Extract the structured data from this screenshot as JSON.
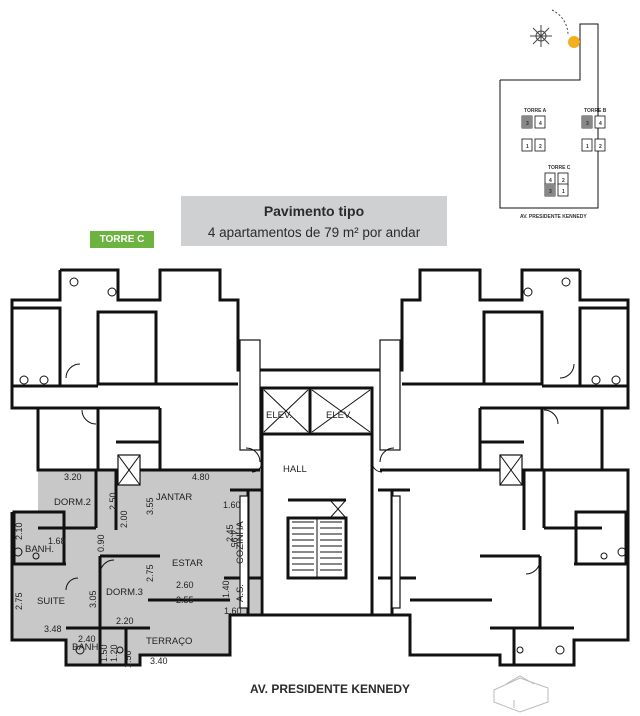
{
  "header": {
    "title": "Pavimento tipo",
    "subtitle": "4 apartamentos de 79 m² por andar",
    "tower_tag": "TORRE C"
  },
  "street": "AV. PRESIDENTE KENNEDY",
  "key_plan": {
    "torre_a": "TORRE A",
    "torre_b": "TORRE B",
    "torre_c": "TORRE C",
    "street": "AV. PRESIDENTE KENNEDY",
    "unit_numbers_a": [
      "3",
      "4",
      "1",
      "2"
    ],
    "unit_numbers_b": [
      "3",
      "4",
      "1",
      "2"
    ],
    "unit_numbers_c": [
      "4",
      "2",
      "3",
      "1"
    ]
  },
  "rooms": {
    "hall": "HALL",
    "elev1": "ELEV.",
    "elev2": "ELEV.",
    "dorm2": "DORM.2",
    "dorm3": "DORM.3",
    "jantar": "JANTAR",
    "estar": "ESTAR",
    "suite": "SUITE",
    "banh": "BANH.",
    "banh2": "BANH.",
    "terraco": "TERRAÇO",
    "cozinha": "COZINHA",
    "as": "A.S."
  },
  "dimensions": {
    "d320": "3.20",
    "d480": "4.80",
    "d250": "2.50",
    "d200": "2.00",
    "d355": "3.55",
    "d160a": "1.60",
    "d160b": "1.60",
    "d245": "2.45",
    "d495": "4.95",
    "d210": "2.10",
    "d168": "1.68",
    "d090": "0.90",
    "d305": "3.05",
    "d275a": "2.75",
    "d275b": "2.75",
    "d260": "2.60",
    "d255": "2.55",
    "d140": "1.40",
    "d348": "3.48",
    "d220": "2.20",
    "d240": "2.40",
    "d150a": "1.50",
    "d150b": "1.50",
    "d120": "1.20",
    "d340": "3.40"
  },
  "colors": {
    "highlight": "#c8c8c8",
    "wall": "#111111",
    "title_bg": "#cfd0d2",
    "tag_green": "#6cb33f",
    "sun": "#f2b021"
  }
}
